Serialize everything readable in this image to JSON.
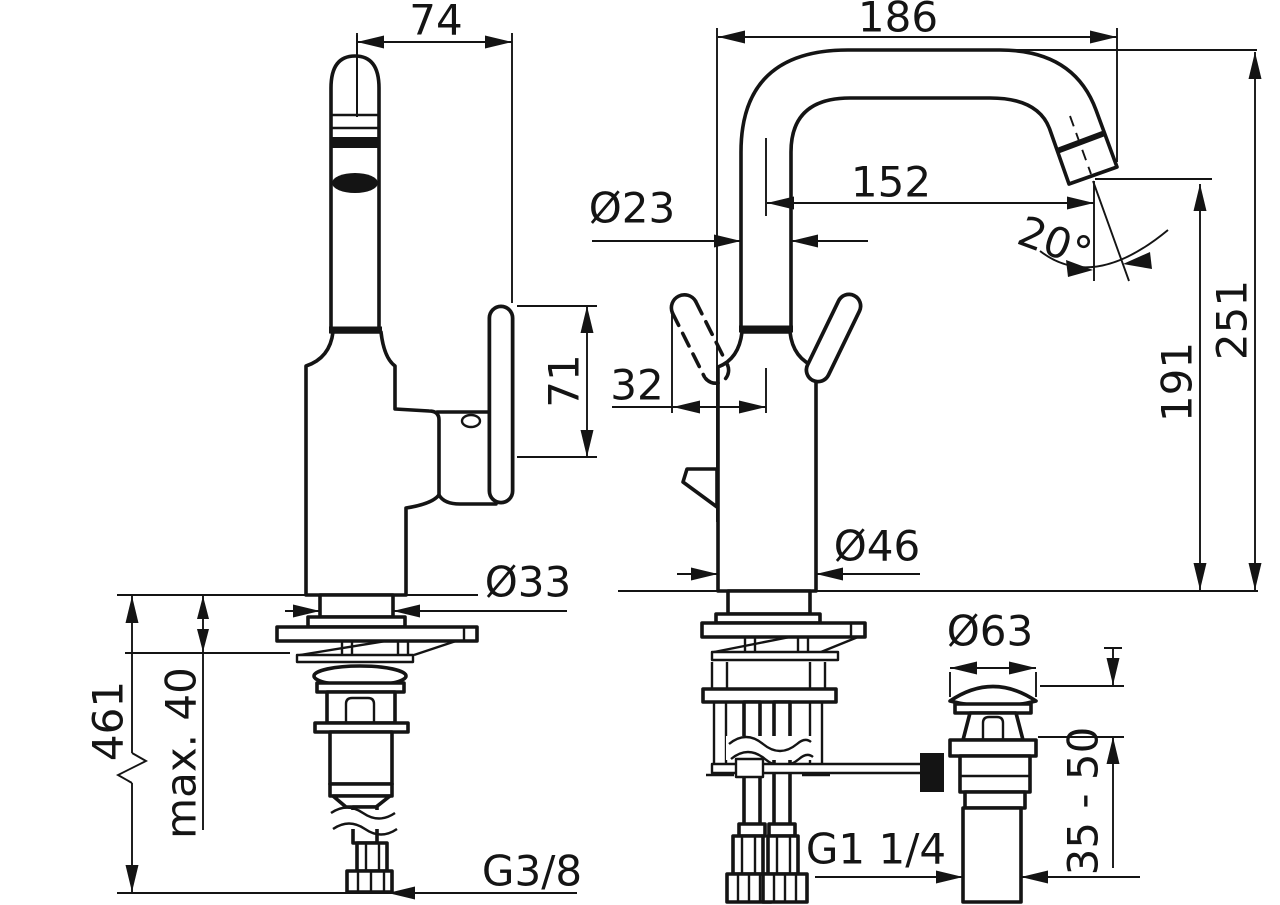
{
  "drawing": {
    "kind": "faucet installation dimension drawing",
    "colors": {
      "ink": "#141414",
      "background": "#ffffff"
    },
    "dims": {
      "d74": "74",
      "d186": "186",
      "d152": "152",
      "d23": "Ø23",
      "d20": "20°",
      "d251": "251",
      "d191": "191",
      "d71": "71",
      "d32": "32",
      "d46": "Ø46",
      "d33": "Ø33",
      "d461": "461",
      "d40": "max. 40",
      "d63": "Ø63",
      "d3550": "35 - 50",
      "g38": "G3/8",
      "g114": "G1 1/4"
    }
  }
}
